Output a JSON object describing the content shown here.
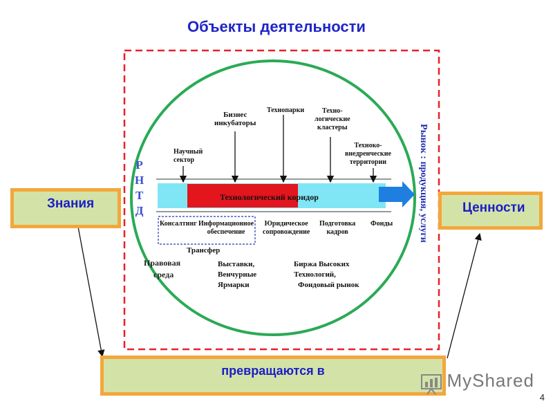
{
  "title": "Объекты деятельности",
  "left_box": "Знания",
  "right_box": "Ценности",
  "bottom_box": "превращаются в",
  "page_number": "4",
  "watermark": "MyShared",
  "diagram": {
    "left_letters": [
      "Р",
      "Н",
      "Т",
      "Д"
    ],
    "right_vertical": "Рынок : продукция, услуги",
    "corridor": "Технологический коридор",
    "top_items": [
      {
        "name": "tag-scientific-sector",
        "lines": [
          "Научный",
          "сектор"
        ]
      },
      {
        "name": "tag-business-incubators",
        "lines": [
          "Бизнес",
          "инкубаторы"
        ]
      },
      {
        "name": "tag-technoparks",
        "lines": [
          "Технопарки"
        ]
      },
      {
        "name": "tag-tech-clusters",
        "lines": [
          "Техно-",
          "логические",
          "кластеры"
        ]
      },
      {
        "name": "tag-tech-territories",
        "lines": [
          "Техноко-",
          "внедренческие",
          "территории"
        ]
      }
    ],
    "bottom_items": [
      {
        "name": "tag-consulting",
        "lines": [
          "Консалтинг"
        ]
      },
      {
        "name": "tag-information",
        "lines": [
          "Информационное",
          "обеспечение"
        ]
      },
      {
        "name": "tag-legal",
        "lines": [
          "Юридическое",
          "сопровождение"
        ]
      },
      {
        "name": "tag-training",
        "lines": [
          "Подготовка",
          "кадров"
        ]
      },
      {
        "name": "tag-funds",
        "lines": [
          "Фонды"
        ]
      }
    ],
    "transfer": "Трансфер",
    "legal_env": [
      "Правовая",
      "среда"
    ],
    "exhibitions": [
      "Выставки,",
      "Венчурные",
      "Ярмарки"
    ],
    "exchange": [
      "Биржа Высоких",
      "Технологий,",
      "Фондовый рынок"
    ]
  },
  "colors": {
    "title": "#1f24c7",
    "box_fill": "#d3e3a8",
    "box_border": "#f3a73a",
    "dash": "#e8202a",
    "ellipse": "#2aaa55",
    "corridor_red": "#e3151d",
    "corridor_cyan": "#80e6f5",
    "arrow_blue": "#1e7fe0"
  }
}
